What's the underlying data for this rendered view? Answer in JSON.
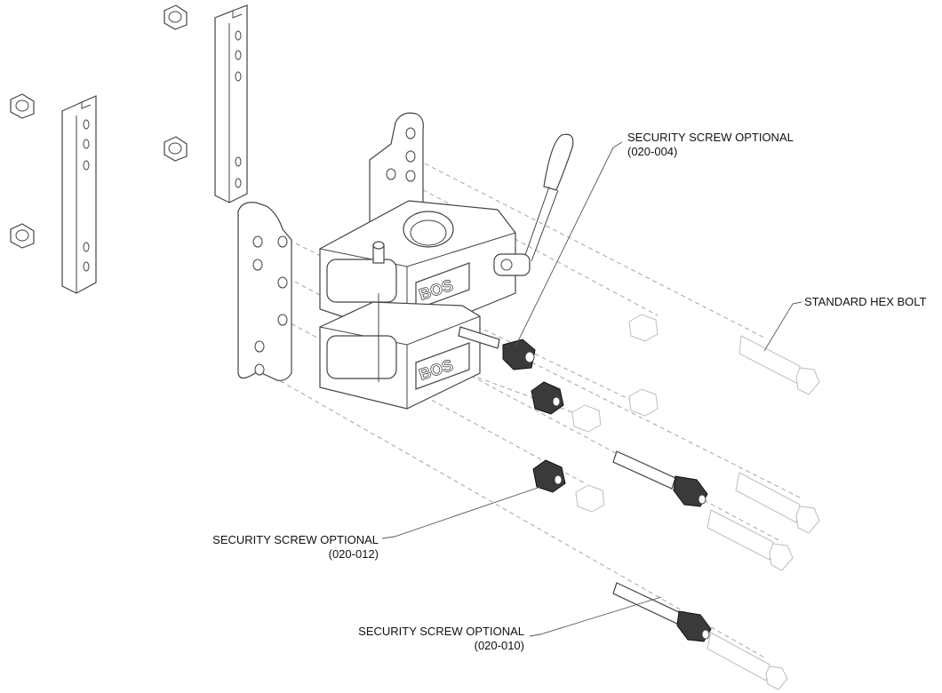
{
  "callouts": {
    "screw_004": {
      "line1": "SECURITY SCREW OPTIONAL",
      "line2": "(020-004)"
    },
    "hex_bolt": {
      "line1": "STANDARD HEX BOLT"
    },
    "screw_012": {
      "line1": "SECURITY SCREW OPTIONAL",
      "line2": "(020-012)"
    },
    "screw_010": {
      "line1": "SECURITY SCREW OPTIONAL",
      "line2": "(020-010)"
    }
  },
  "logo": {
    "text": "BOS"
  },
  "colors": {
    "line": "#444444",
    "hidden": "#9a9a9a",
    "screw": "#3a3a3a"
  }
}
